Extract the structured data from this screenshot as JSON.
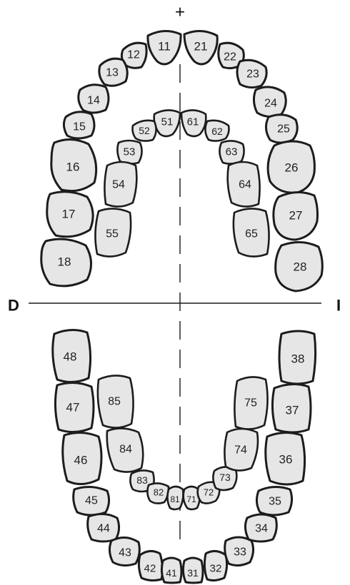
{
  "labels": {
    "top": "+",
    "left": "D",
    "right": "I"
  },
  "teeth": {
    "t11": "11",
    "t12": "12",
    "t13": "13",
    "t14": "14",
    "t15": "15",
    "t16": "16",
    "t17": "17",
    "t18": "18",
    "t21": "21",
    "t22": "22",
    "t23": "23",
    "t24": "24",
    "t25": "25",
    "t26": "26",
    "t27": "27",
    "t28": "28",
    "t31": "31",
    "t32": "32",
    "t33": "33",
    "t34": "34",
    "t35": "35",
    "t36": "36",
    "t37": "37",
    "t38": "38",
    "t41": "41",
    "t42": "42",
    "t43": "43",
    "t44": "44",
    "t45": "45",
    "t46": "46",
    "t47": "47",
    "t48": "48",
    "t51": "51",
    "t52": "52",
    "t53": "53",
    "t54": "54",
    "t55": "55",
    "t61": "61",
    "t62": "62",
    "t63": "63",
    "t64": "64",
    "t65": "65",
    "t71": "71",
    "t72": "72",
    "t73": "73",
    "t74": "74",
    "t75": "75",
    "t81": "81",
    "t82": "82",
    "t83": "83",
    "t84": "84",
    "t85": "85"
  }
}
